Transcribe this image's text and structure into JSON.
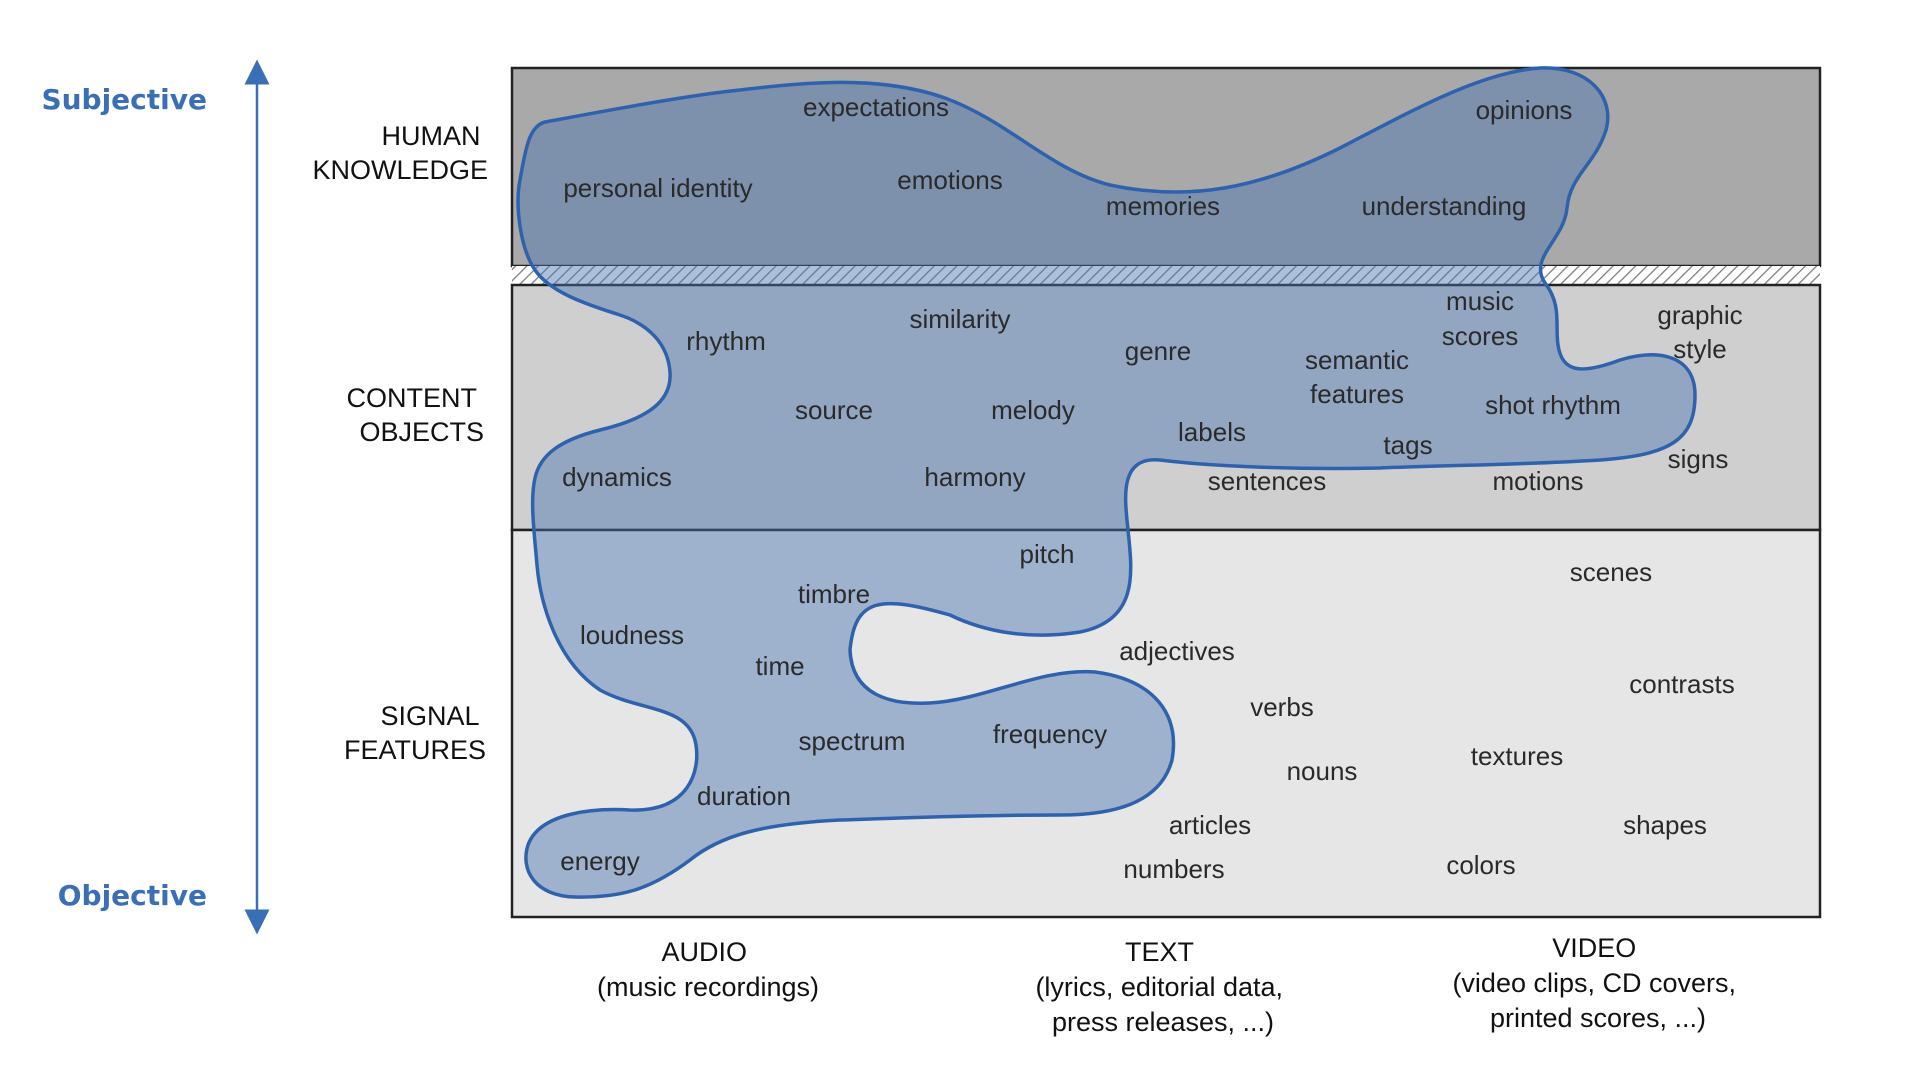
{
  "axis": {
    "top_label": "Subjective",
    "bottom_label": "Objective"
  },
  "rows": [
    {
      "id": "human",
      "label_lines": [
        "HUMAN",
        "KNOWLEDGE"
      ],
      "fill": "#a9a9a9"
    },
    {
      "id": "content",
      "label_lines": [
        "CONTENT",
        "OBJECTS"
      ],
      "fill": "#cfcfcf"
    },
    {
      "id": "signal",
      "label_lines": [
        "SIGNAL",
        "FEATURES"
      ],
      "fill": "#e6e6e6"
    }
  ],
  "columns": [
    {
      "id": "audio",
      "label_lines": [
        "AUDIO",
        "(music recordings)"
      ]
    },
    {
      "id": "text",
      "label_lines": [
        "TEXT",
        "(lyrics, editorial data,",
        "press releases, ...)"
      ]
    },
    {
      "id": "video",
      "label_lines": [
        "VIDEO",
        "(video clips, CD covers,",
        "printed scores, ...)"
      ]
    }
  ],
  "terms": {
    "expectations": "expectations",
    "opinions": "opinions",
    "personal_identity": "personal identity",
    "emotions": "emotions",
    "memories": "memories",
    "understanding": "understanding",
    "music": "music",
    "scores": "scores",
    "graphic": "graphic",
    "style": "style",
    "rhythm": "rhythm",
    "similarity": "similarity",
    "genre": "genre",
    "semantic": "semantic",
    "features": "features",
    "shot_rhythm": "shot rhythm",
    "source": "source",
    "melody": "melody",
    "labels": "labels",
    "tags": "tags",
    "signs": "signs",
    "dynamics": "dynamics",
    "harmony": "harmony",
    "sentences": "sentences",
    "motions": "motions",
    "pitch": "pitch",
    "scenes": "scenes",
    "timbre": "timbre",
    "loudness": "loudness",
    "adjectives": "adjectives",
    "time": "time",
    "contrasts": "contrasts",
    "verbs": "verbs",
    "frequency": "frequency",
    "spectrum": "spectrum",
    "textures": "textures",
    "nouns": "nouns",
    "duration": "duration",
    "articles": "articles",
    "shapes": "shapes",
    "energy": "energy",
    "numbers": "numbers",
    "colors": "colors"
  },
  "colors": {
    "accent": "#3a6fb5",
    "blob_fill": "#4a74b0",
    "blob_stroke": "#2f62ad"
  }
}
